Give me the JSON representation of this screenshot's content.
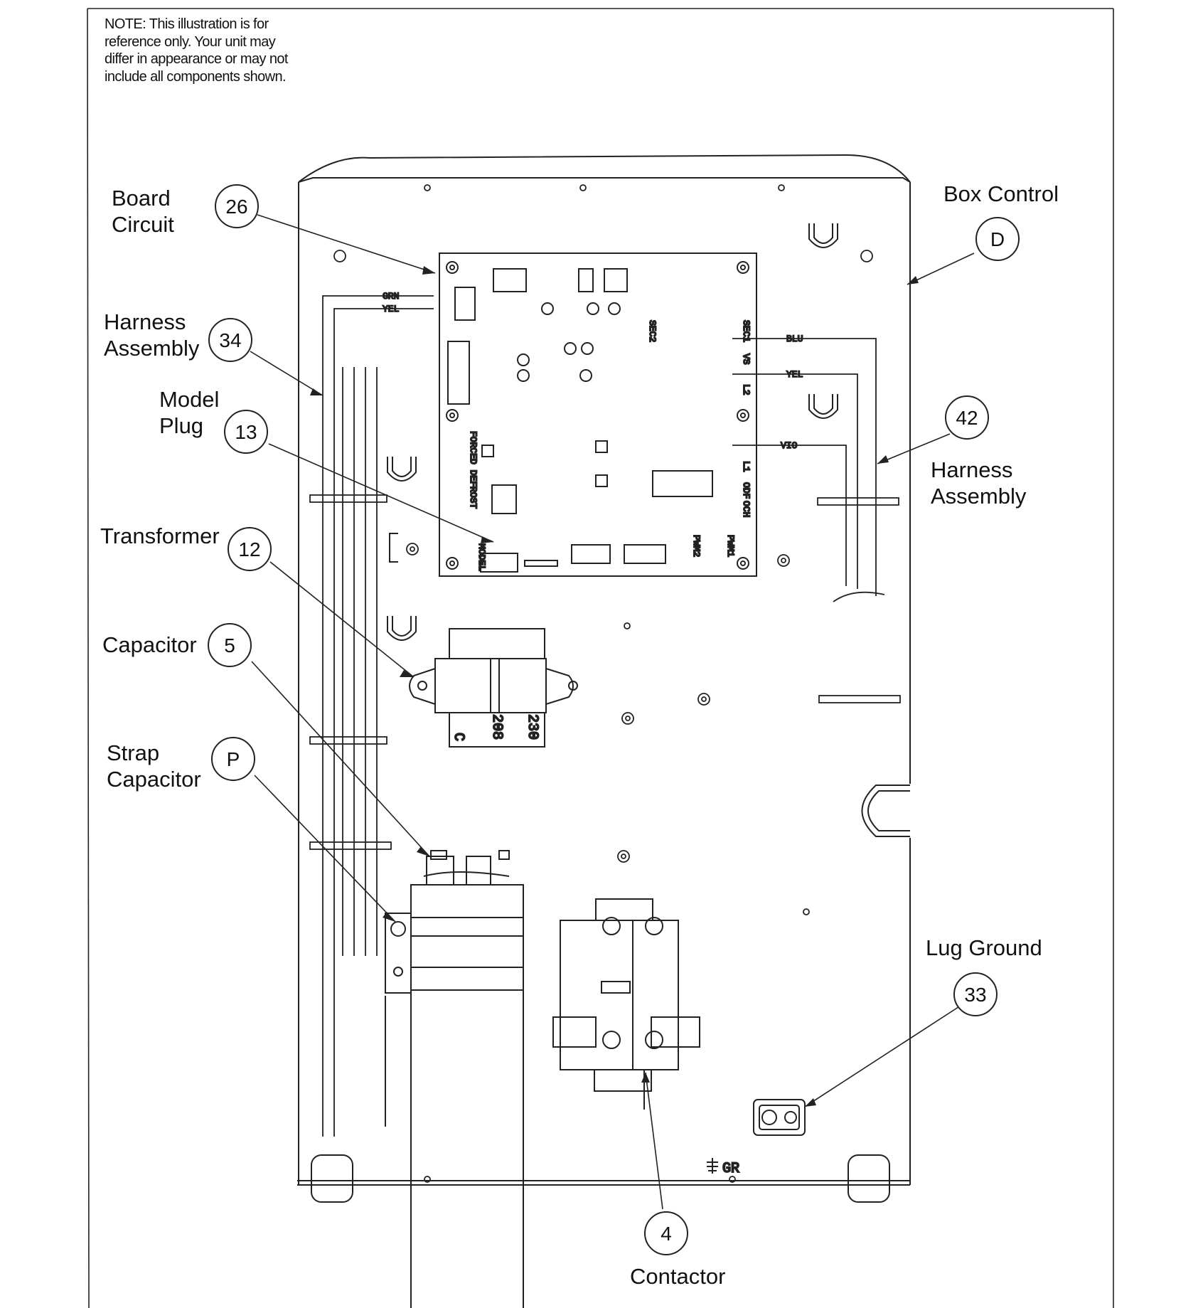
{
  "note": [
    "NOTE: This illustration is for",
    "reference only. Your unit may",
    "differ in appearance or may not",
    "include all components shown."
  ],
  "callouts": [
    {
      "id": "26",
      "name": [
        "Board",
        "Circuit"
      ]
    },
    {
      "id": "D",
      "name": [
        "Box Control"
      ]
    },
    {
      "id": "34",
      "name": [
        "Harness",
        "Assembly"
      ]
    },
    {
      "id": "13",
      "name": [
        "Model",
        "Plug"
      ]
    },
    {
      "id": "42",
      "name": [
        "Harness",
        "Assembly"
      ]
    },
    {
      "id": "12",
      "name": [
        "Transformer"
      ]
    },
    {
      "id": "5",
      "name": [
        "Capacitor"
      ]
    },
    {
      "id": "P",
      "name": [
        "Strap",
        "Capacitor"
      ]
    },
    {
      "id": "33",
      "name": [
        "Lug Ground"
      ]
    },
    {
      "id": "4",
      "name": [
        "Contactor"
      ]
    }
  ],
  "wire_colors": {
    "left_top": "GRN",
    "left_bottom": "YEL",
    "right_top": "BLU",
    "right_mid": "YEL",
    "right_bottom": "VIO"
  },
  "transformer_taps": [
    "C",
    "208",
    "230"
  ],
  "ground_mark": "GR",
  "board_marks": [
    "SEC2",
    "SEC1",
    "VS",
    "L2",
    "L1",
    "ODF",
    "OCH",
    "PWM2",
    "PWM1",
    "FORCED DEFROST",
    "MODEL"
  ]
}
